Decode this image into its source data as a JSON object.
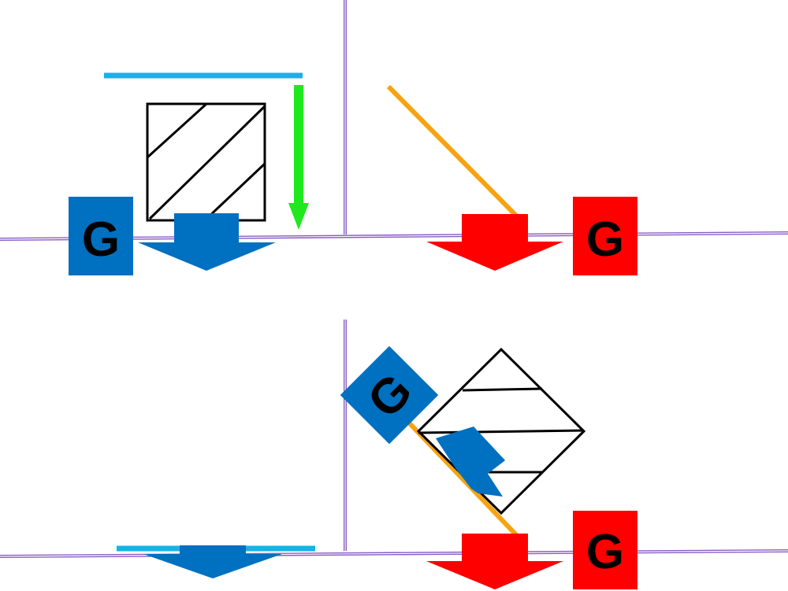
{
  "colors": {
    "background": "#ffffff",
    "rule_outer": "#8a5cc4",
    "rule_inner": "#ffffff",
    "cyan_bar": "#1ab0e8",
    "green_arrow": "#1fe81f",
    "orange_rod": "#f7a310",
    "blue": "#0070c0",
    "red": "#ff0000",
    "outline": "#000000"
  },
  "panels": {
    "top_left": {
      "badge": {
        "label": "G",
        "color": "blue",
        "icon": "g-badge-icon"
      },
      "arrow": {
        "color": "blue",
        "icon": "down-arrow-icon"
      }
    },
    "top_right": {
      "badge": {
        "label": "G",
        "color": "red",
        "icon": "g-badge-icon"
      },
      "arrow": {
        "color": "red",
        "icon": "down-arrow-icon"
      }
    },
    "bottom_left": {
      "arrow": {
        "color": "blue",
        "icon": "down-arrow-icon"
      }
    },
    "bottom_right": {
      "badge_tilted": {
        "label": "G",
        "color": "blue",
        "icon": "g-badge-icon"
      },
      "badge": {
        "label": "G",
        "color": "red",
        "icon": "g-badge-icon"
      },
      "arrow": {
        "color": "red",
        "icon": "down-arrow-icon"
      }
    }
  }
}
